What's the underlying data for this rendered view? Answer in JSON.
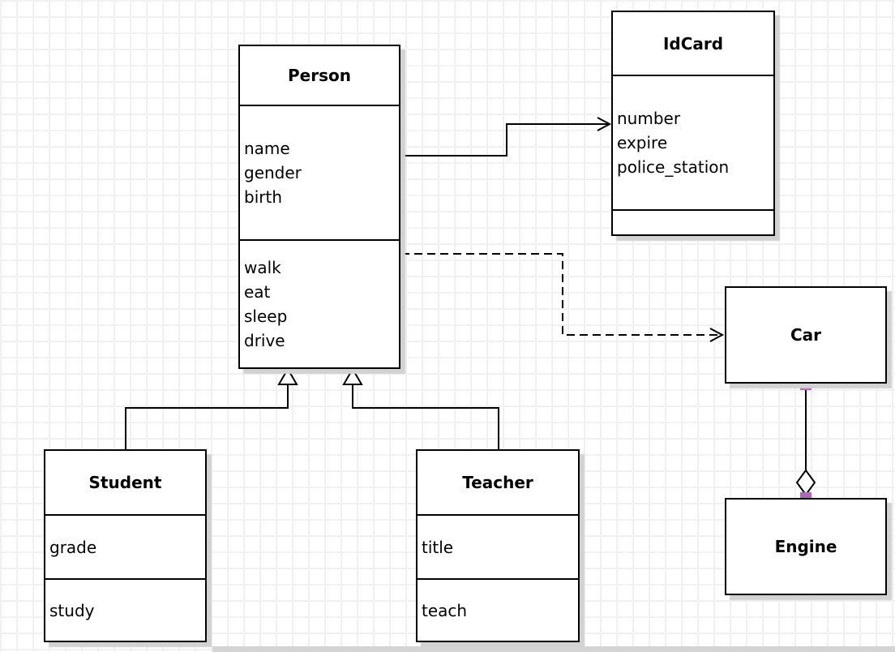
{
  "diagram": {
    "type": "uml-class-diagram",
    "classes": {
      "person": {
        "title": "Person",
        "attributes": [
          "name",
          "gender",
          "birth"
        ],
        "methods": [
          "walk",
          "eat",
          "sleep",
          "drive"
        ]
      },
      "idcard": {
        "title": "IdCard",
        "attributes": [
          "number",
          "expire",
          "police_station"
        ],
        "methods": []
      },
      "car": {
        "title": "Car",
        "attributes": [],
        "methods": []
      },
      "engine": {
        "title": "Engine",
        "attributes": [],
        "methods": []
      },
      "student": {
        "title": "Student",
        "attributes": [
          "grade"
        ],
        "methods": [
          "study"
        ]
      },
      "teacher": {
        "title": "Teacher",
        "attributes": [
          "title"
        ],
        "methods": [
          "teach"
        ]
      }
    },
    "relationships": [
      {
        "from": "Person",
        "to": "IdCard",
        "type": "association",
        "line": "solid",
        "marker": "open-arrow"
      },
      {
        "from": "Person",
        "to": "Car",
        "type": "dependency",
        "line": "dashed",
        "marker": "open-arrow"
      },
      {
        "from": "Student",
        "to": "Person",
        "type": "generalization",
        "line": "solid",
        "marker": "hollow-triangle"
      },
      {
        "from": "Teacher",
        "to": "Person",
        "type": "generalization",
        "line": "solid",
        "marker": "hollow-triangle"
      },
      {
        "from": "Car",
        "to": "Engine",
        "type": "aggregation",
        "line": "solid",
        "marker": "hollow-diamond",
        "selected": true
      }
    ],
    "colors": {
      "canvas_bg": "#ffffff",
      "grid_line": "#f1f1f1",
      "box_fill": "#ffffff",
      "box_border": "#000000",
      "box_shadow": "#d2d2d2",
      "text": "#000000",
      "selection_handle": "#b466bd"
    }
  }
}
